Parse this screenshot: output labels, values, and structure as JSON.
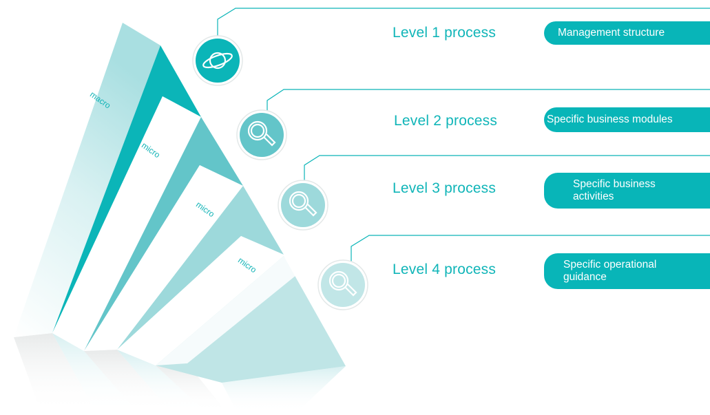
{
  "colors": {
    "accent": "#0bb5b8",
    "accent_mid": "#63c5c9",
    "accent_light": "#9dd9db",
    "accent_pale": "#bfe5e6"
  },
  "face_labels": [
    "macro",
    "micro",
    "micro",
    "micro"
  ],
  "levels": [
    {
      "title": "Level 1 process",
      "description": "Management structure",
      "icon": "planet-icon"
    },
    {
      "title": "Level 2 process",
      "description": "Specific business modules",
      "icon": "magnifier-icon"
    },
    {
      "title": "Level 3 process",
      "description": "Specific business\nactivities",
      "icon": "magnifier-icon"
    },
    {
      "title": "Level 4 process",
      "description": "Specific operational\nguidance",
      "icon": "magnifier-icon"
    }
  ]
}
